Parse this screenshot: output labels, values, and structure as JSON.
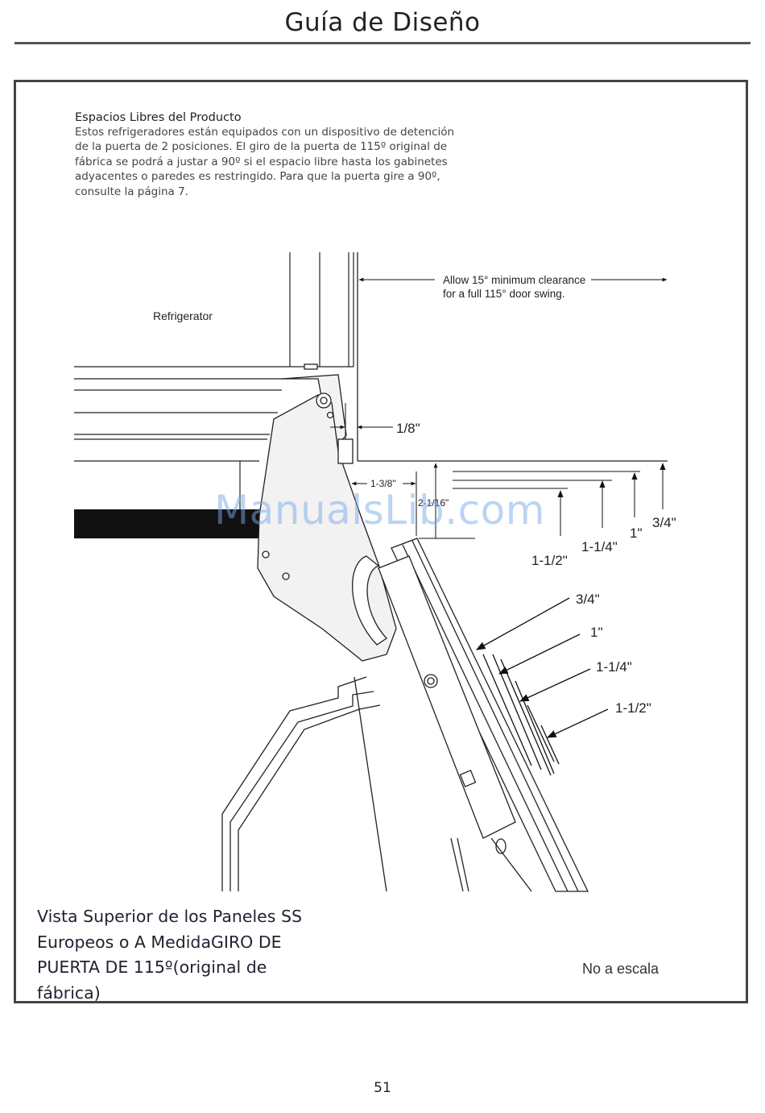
{
  "header": {
    "title": "Guía de Diseño"
  },
  "intro": {
    "heading": "Espacios Libres del Producto",
    "body": "Estos refrigeradores están equipados con un dispositivo de detención de la puerta de 2 posiciones. El giro de la puerta de 115º original de fábrica se podrá a justar a 90º si el espacio libre hasta los gabinetes adyacentes o paredes es restringido. Para que la puerta gire a 90º, consulte la página 7."
  },
  "diagram": {
    "refrigerator_label": "Refrigerator",
    "clearance_note_line1": "Allow 15° minimum clearance",
    "clearance_note_line2": "for a full 115° door swing.",
    "dim_hinge_gap": "1/8\"",
    "dim_side": "1-3/8\"",
    "dim_vertical": "2-1/16\"",
    "front_dims": [
      "3/4\"",
      "1\"",
      "1-1/4\"",
      "1-1/2\""
    ],
    "door_dims": [
      "3/4\"",
      "1\"",
      "1-1/4\"",
      "1-1/2\""
    ]
  },
  "watermark": "ManualsLib.com",
  "caption": "Vista Superior de los Paneles SS Europeos o A MedidaGIRO DE PUERTA DE 115º(original de fábrica)",
  "scale_note": "No a escala",
  "page_number": "51"
}
